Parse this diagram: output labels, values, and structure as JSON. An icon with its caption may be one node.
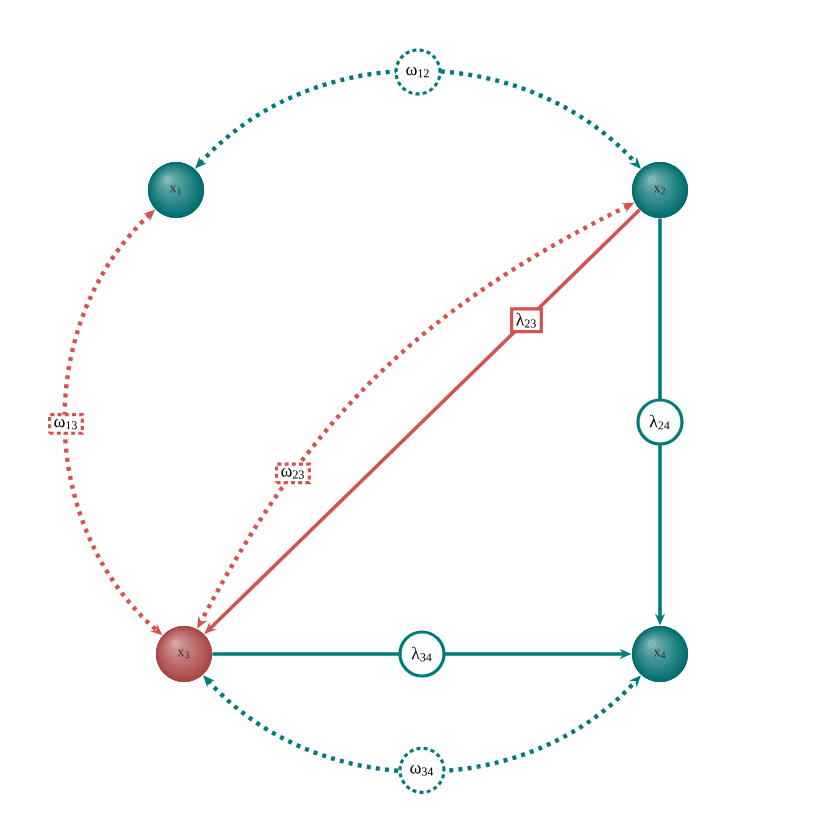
{
  "diagram": {
    "nodes": [
      {
        "text": [
          "x$_{1}$"
        ]
      },
      {
        "text": [
          "x$_{2}$"
        ]
      },
      {
        "text": [
          "x$_{3}$"
        ]
      },
      {
        "text": [
          "x$_{4}$"
        ]
      }
    ],
    "edges": [
      {
        "from": 0,
        "to": 1,
        "arrow": "both",
        "style": "dashed",
        "color": "#007b7b",
        "label": "ω$_{12}$"
      },
      {
        "from": 0,
        "to": 2,
        "arrow": "both",
        "style": "dashed",
        "color": "#d4524f",
        "label": "ω$_{13}$"
      },
      {
        "from": 1,
        "to": 2,
        "arrow": "both",
        "style": "dashed",
        "color": "#d4524f",
        "label": "ω$_{23}$"
      },
      {
        "from": 1,
        "to": 2,
        "arrow": "to",
        "color": "#d4524f",
        "label": "λ$_{23}$"
      },
      {
        "from": 1,
        "to": 3,
        "arrow": "to",
        "color": "#007b7b",
        "label": "λ$_{24}$"
      },
      {
        "from": 2,
        "to": 3,
        "arrow": "to",
        "color": "#007b7b",
        "label": "λ$_{34}$"
      },
      {
        "from": 2,
        "to": 3,
        "arrow": "both",
        "style": "dashed",
        "color": "#007b7b",
        "label": "ω$_{34}$"
      }
    ]
  }
}
